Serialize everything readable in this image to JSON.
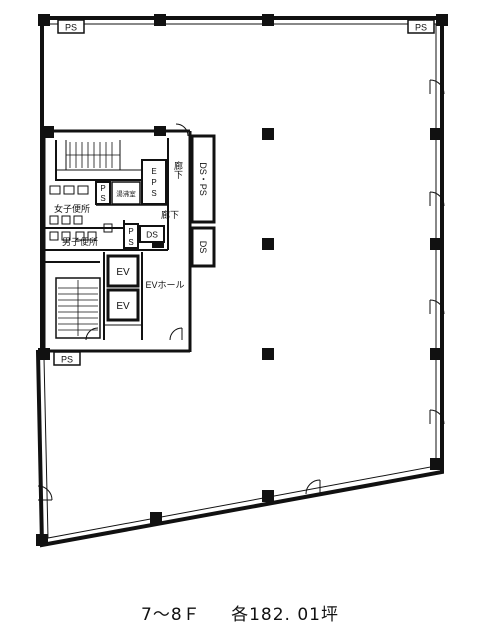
{
  "labels": {
    "ps": "PS",
    "corridor": "廊下",
    "eps": "EPS",
    "ps_small": "PS",
    "hot_water_room": "湯沸室",
    "womens_toilet": "女子便所",
    "mens_toilet": "男子便所",
    "ds_ps": "DS・PS",
    "ds": "DS",
    "ev": "EV",
    "ev_hall": "EVホール"
  },
  "caption": {
    "floors": "7～8Ｆ",
    "area": "各182. 01坪"
  }
}
